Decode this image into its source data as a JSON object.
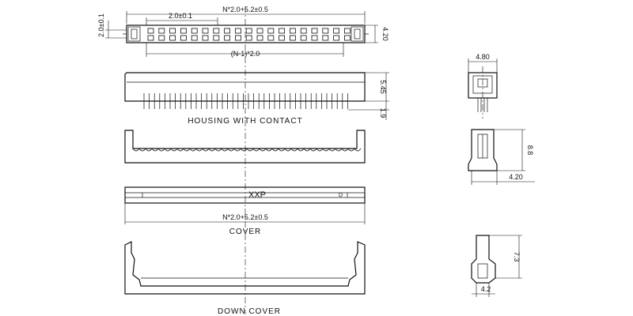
{
  "labels": {
    "housing": "HOUSING WITH CONTACT",
    "cover": "COVER",
    "down_cover": "DOWN COVER",
    "cover_marking": "XXP",
    "cover_mark_small": "D"
  },
  "dimensions": {
    "overall_length_top": "N*2.0+5.2±0.5",
    "pitch": "2.0±0.1",
    "pin_span": "(N-1)*2.0",
    "left_height": "2.0±0.1",
    "top_height": "4.20",
    "housing_height": "5.45",
    "pin_length": "1.9",
    "side_width": "4.80",
    "cover_side_height": "8.8",
    "cover_side_width": "4.20",
    "overall_length_cover": "N*2.0+5.2±0.5",
    "down_cover_height": "7.3",
    "down_cover_width": "4.2"
  }
}
